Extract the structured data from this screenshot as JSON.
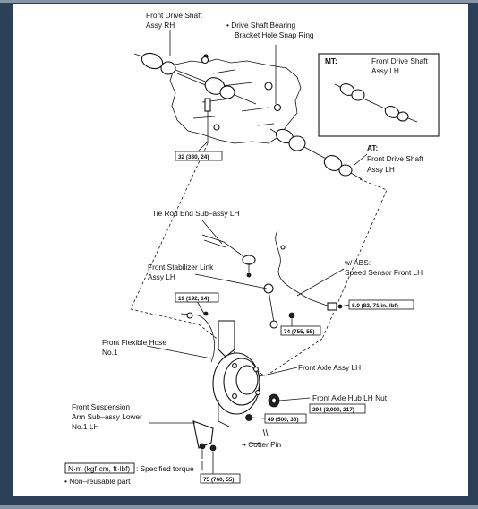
{
  "labels": {
    "front_drive_shaft_rh_1": "Front Drive Shaft",
    "front_drive_shaft_rh_2": "Assy RH",
    "bearing_ring_1": "• Drive Shaft Bearing",
    "bearing_ring_2": "Bracket Hole Snap Ring",
    "mt_prefix": "MT:",
    "mt_label_1": "Front Drive Shaft",
    "mt_label_2": "Assy LH",
    "at_label_1": "AT:",
    "at_label_2": "Front Drive Shaft",
    "at_label_3": "Assy LH",
    "tie_rod": "Tie Rod End Sub–assy LH",
    "abs_1": "w/ ABS:",
    "abs_2": "Speed Sensor Front LH",
    "stabilizer_1": "Front Stabilizer Link",
    "stabilizer_2": "Assy LH",
    "flex_hose_1": "Front Flexible Hose",
    "flex_hose_2": "No.1",
    "axle": "Front Axle Assy LH",
    "hub_nut": "Front Axle Hub LH Nut",
    "suspension_1": "Front Suspension",
    "suspension_2": "Arm Sub–assy Lower",
    "suspension_3": "No.1 LH",
    "cotter": "• Cotter Pin"
  },
  "torques": {
    "t32": "32 (330, 24)",
    "t19": "19 (192, 14)",
    "t8": "8.0 (82, 71 in.·lbf)",
    "t74": "74 (755, 55)",
    "t294": "294 (3,000, 217)",
    "t49": "49 (500, 36)",
    "t75": "75 (760, 55)"
  },
  "legend": {
    "torque_unit": "N·m (kgf·cm, ft·lbf)",
    "torque_desc": ": Specified torque",
    "nonreusable": "•  Non–reusable part"
  }
}
